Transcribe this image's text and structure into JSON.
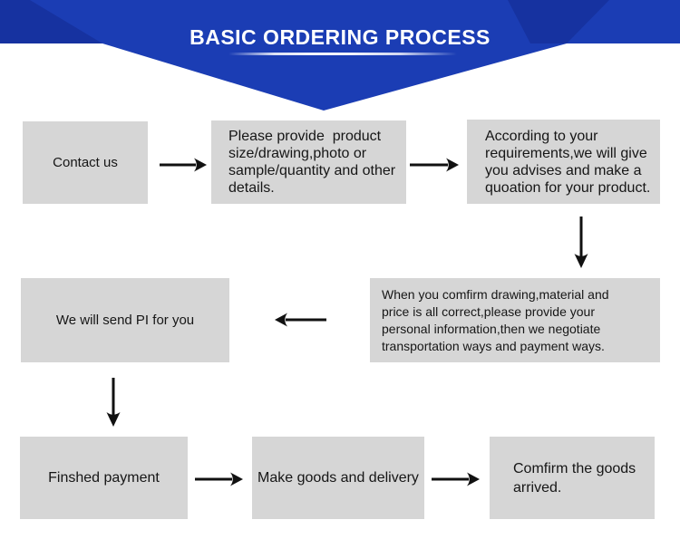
{
  "header": {
    "title": "BASIC ORDERING PROCESS"
  },
  "colors": {
    "banner_blue": "#1b3db4",
    "box_gray": "#d6d6d6",
    "text": "#161616",
    "arrow_black": "#111111",
    "title_white": "#ffffff"
  },
  "flow": {
    "steps": [
      {
        "name": "contact-us",
        "label": "Contact us"
      },
      {
        "name": "provide-details",
        "label": "Please provide  product\nsize/drawing,photo or\nsample/quantity and other\ndetails."
      },
      {
        "name": "make-quotation",
        "label": "According to your\nrequirements,we will give\nyou advises and make a\nquoation for your product."
      },
      {
        "name": "confirm-order",
        "label": "When you comfirm drawing,material and\nprice is all correct,please provide your\npersonal information,then we negotiate\ntransportation ways and payment ways."
      },
      {
        "name": "send-pi",
        "label": "We will send PI for you"
      },
      {
        "name": "finished-payment",
        "label": "Finshed payment"
      },
      {
        "name": "make-goods",
        "label": "Make goods and delivery"
      },
      {
        "name": "confirm-arrival",
        "label": "Comfirm the goods\narrived."
      }
    ]
  }
}
